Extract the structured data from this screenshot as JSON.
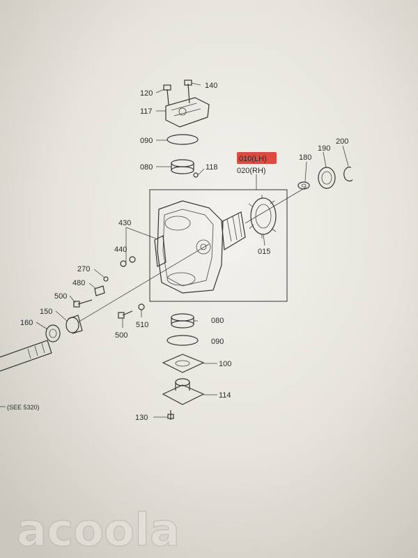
{
  "diagram": {
    "labels": {
      "l140": "140",
      "l120": "120",
      "l117": "117",
      "l090a": "090",
      "l080a": "080",
      "l118": "118",
      "l010": "010(LH)",
      "l020": "020(RH)",
      "l180": "180",
      "l190": "190",
      "l200": "200",
      "l015": "015",
      "l430": "430",
      "l440": "440",
      "l270": "270",
      "l480": "480",
      "l500a": "500",
      "l150": "150",
      "l160": "160",
      "l500b": "500",
      "l510": "510",
      "l080b": "080",
      "l090b": "090",
      "l100": "100",
      "l114": "114",
      "l130": "130",
      "see": "(SEE 5320)"
    },
    "highlight_color": "#d9382f"
  },
  "watermark": {
    "text": "acoola"
  }
}
